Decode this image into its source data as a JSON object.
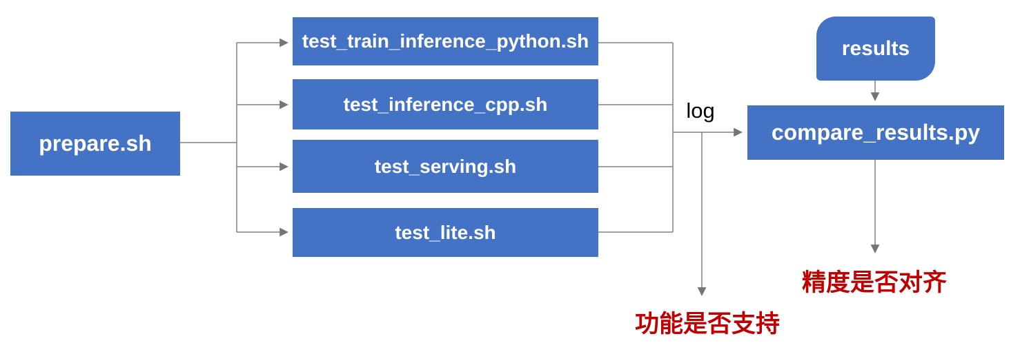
{
  "diagram": {
    "nodes": {
      "prepare": {
        "label": "prepare.sh"
      },
      "tests": [
        {
          "label": "test_train_inference_python.sh"
        },
        {
          "label": "test_inference_cpp.sh"
        },
        {
          "label": "test_serving.sh"
        },
        {
          "label": "test_lite.sh"
        }
      ],
      "results": {
        "label": "results"
      },
      "compare": {
        "label": "compare_results.py"
      }
    },
    "edge_labels": {
      "log": "log"
    },
    "annotations": {
      "function_support": "功能是否支持",
      "precision_aligned": "精度是否对齐"
    },
    "colors": {
      "node_fill": "#4472C4",
      "node_text": "#FFFFFF",
      "connector": "#808080",
      "arrowhead": "#757575",
      "annotation_text": "#C00000",
      "log_text": "#000000"
    }
  }
}
